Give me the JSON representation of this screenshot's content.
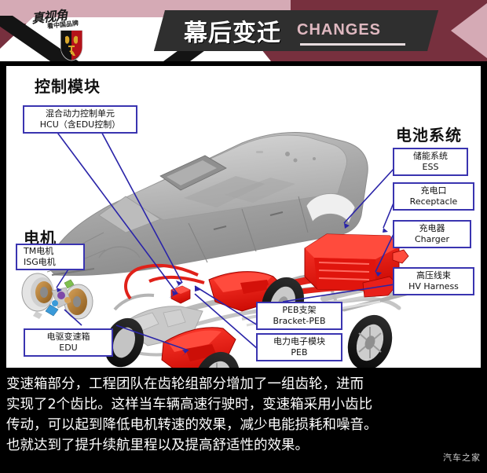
{
  "header": {
    "brand_name": "真视角",
    "brand_tagline": "看中国品牌",
    "emblem_name": "roewe-shield-emblem",
    "title_cn": "幕后变迁",
    "title_en": "CHANGES"
  },
  "diagram": {
    "headings": {
      "control_module": "控制模块",
      "motor": "电机",
      "battery_system": "电池系统"
    },
    "labels": {
      "hcu": {
        "line1": "混合动力控制单元",
        "line2": "HCU（含EDU控制）"
      },
      "motor_types": {
        "line1": "TM电机",
        "line2": "ISG电机"
      },
      "edu": {
        "line1": "电驱变速箱",
        "line2": "EDU"
      },
      "ess": {
        "line1": "储能系统",
        "line2": "ESS"
      },
      "receptacle": {
        "line1": "充电口",
        "line2": "Receptacle"
      },
      "charger": {
        "line1": "充电器",
        "line2": "Charger"
      },
      "hv_harness": {
        "line1": "高压线束",
        "line2": "HV Harness"
      },
      "bracket_peb": {
        "line1": "PEB支架",
        "line2": "Bracket-PEB"
      },
      "peb": {
        "line1": "电力电子模块",
        "line2": "PEB"
      }
    },
    "colors": {
      "label_border": "#3a34b0",
      "leader_line": "#2a24a8",
      "highlight_component": "#e8201a",
      "car_body": "#9a9a9a"
    }
  },
  "caption": {
    "line1": "变速箱部分，工程团队在齿轮组部分增加了一组齿轮，进而",
    "line2": "实现了2个齿比。这样当车辆高速行驶时，变速箱采用小齿比",
    "line3": "传动，可以起到降低电机转速的效果，减少电能损耗和噪音。",
    "line4": "也就达到了提升续航里程以及提高舒适性的效果。",
    "watermark": "汽车之家"
  }
}
